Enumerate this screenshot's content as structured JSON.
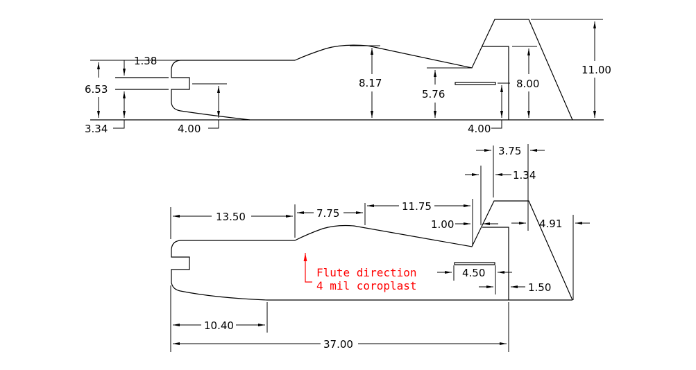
{
  "drawing": {
    "title": "Coroplast body template dimensions",
    "colors": {
      "lines": "#000000",
      "note": "#ff0000",
      "background": "#ffffff"
    },
    "side_view": {
      "dimensions": {
        "slot_depth": "1.38",
        "overall_front_height": "6.53",
        "slot_bottom_height": "3.34",
        "front_rear_height": "4.00",
        "hump_height": "8.17",
        "dip_height": "5.76",
        "rear_slot_height": "8.00",
        "rear_slot_bottom": "4.00",
        "fin_height": "11.00"
      }
    },
    "flat_pattern": {
      "dimensions": {
        "front_length": "13.50",
        "hump_length": "7.75",
        "slope_length": "11.75",
        "step_offset": "1.00",
        "fin_top_width": "3.75",
        "fin_gap": "1.34",
        "fin_overhang": "4.91",
        "slot_length": "4.50",
        "slot_rear_offset": "1.50",
        "bottom_curve_length": "10.40",
        "overall_length": "37.00"
      },
      "note": {
        "line1": "Flute direction",
        "line2": "4 mil coroplast"
      }
    }
  }
}
